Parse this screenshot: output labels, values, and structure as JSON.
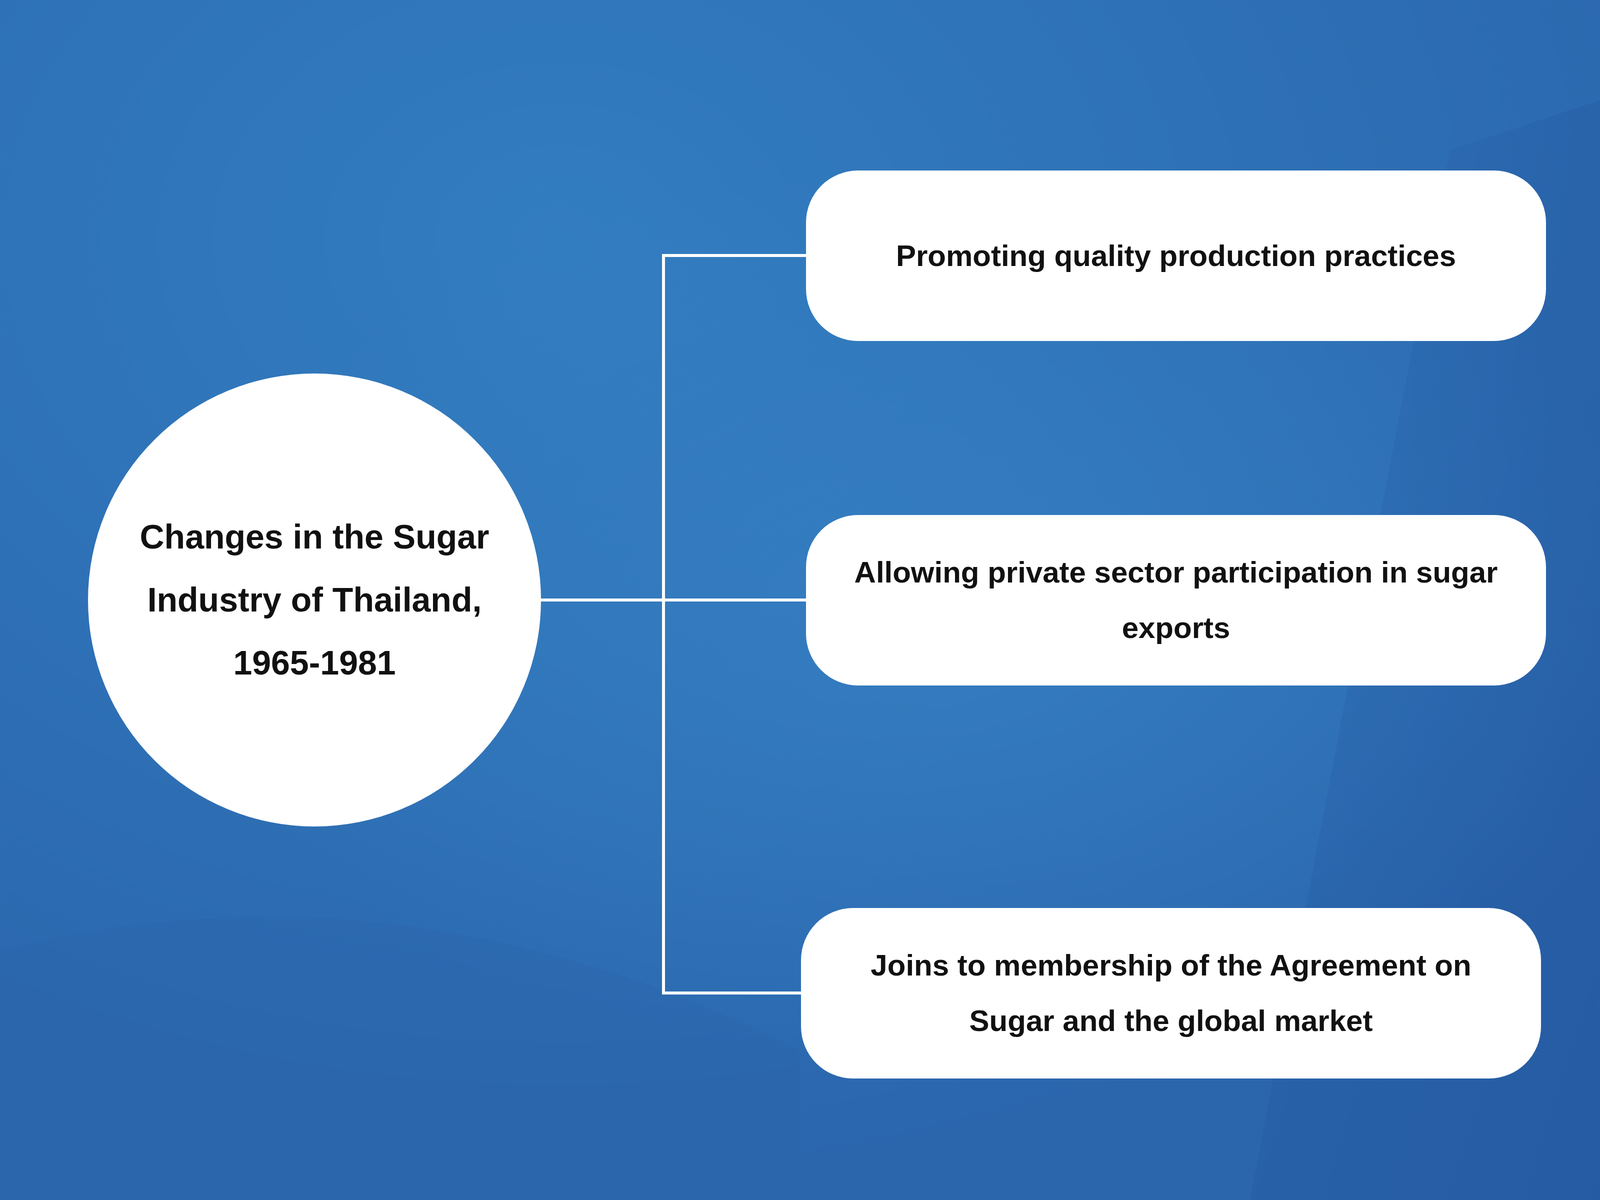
{
  "diagram": {
    "nodes": [
      {
        "text": [
          "Changes in the Sugar Industry of Thailand, 1965-1981"
        ]
      },
      {
        "text": [
          "Promoting quality production practices"
        ]
      },
      {
        "text": [
          "Allowing private sector participation in sugar exports"
        ]
      },
      {
        "text": [
          "Joins to membership of the Agreement on Sugar and the global market"
        ]
      }
    ],
    "edges": [
      {
        "from": 0,
        "to": 1,
        "arrow": "none"
      },
      {
        "from": 0,
        "to": 2,
        "arrow": "none"
      },
      {
        "from": 0,
        "to": 3,
        "arrow": "none"
      }
    ]
  }
}
